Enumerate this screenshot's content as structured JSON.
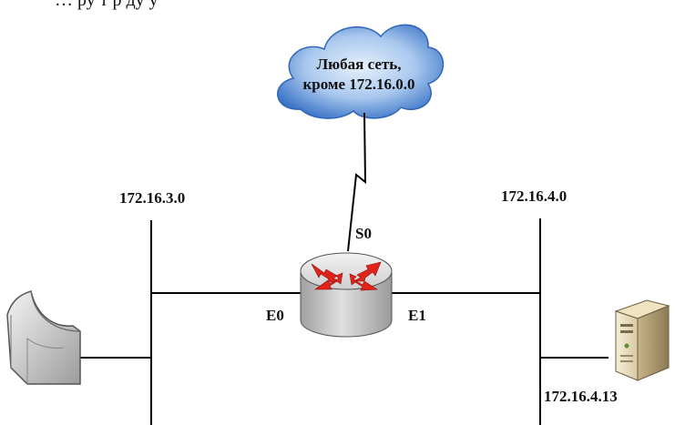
{
  "header": {
    "partial_text": "… ру т р ду у"
  },
  "cloud": {
    "line1": "Любая сеть,",
    "line2": "кроме 172.16.0.0"
  },
  "networks": {
    "left": "172.16.3.0",
    "right": "172.16.4.0"
  },
  "router": {
    "serial": "S0",
    "eth0": "E0",
    "eth1": "E1"
  },
  "hosts": {
    "server_ip": "172.16.4.13"
  },
  "colors": {
    "line": "#000000",
    "cloud_dark": "#3b74c6",
    "cloud_light": "#b9d3f2",
    "router_top": "#d9d9d9",
    "router_side": "#b8b8b8",
    "arrows": "#e2231a"
  }
}
